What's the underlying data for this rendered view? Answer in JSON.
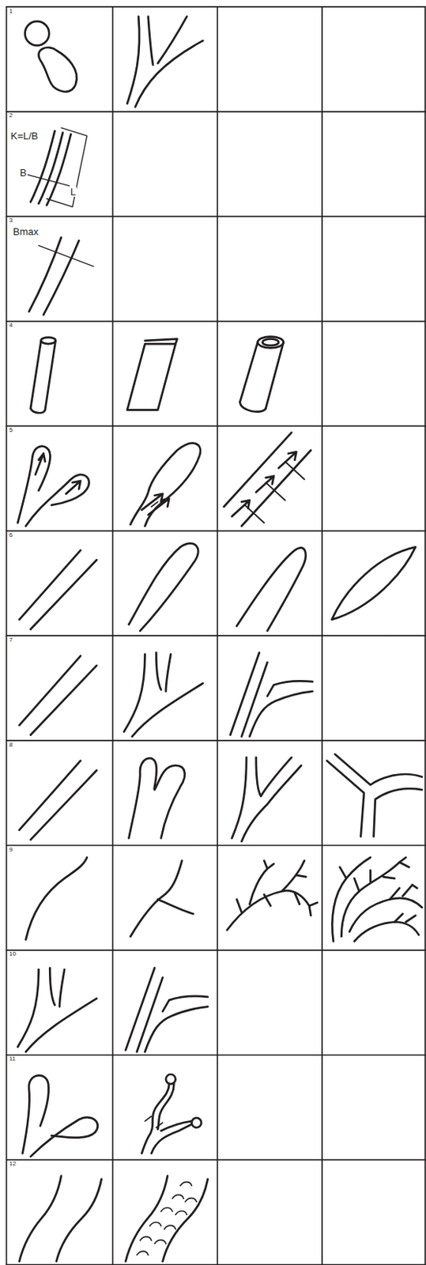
{
  "diagram": {
    "labels": [
      "1",
      "2",
      "K=L/B",
      "B",
      "L",
      "3",
      "Bmax",
      "4",
      "5",
      "6",
      "7",
      "8",
      "9",
      "10",
      "11",
      "12"
    ]
  }
}
